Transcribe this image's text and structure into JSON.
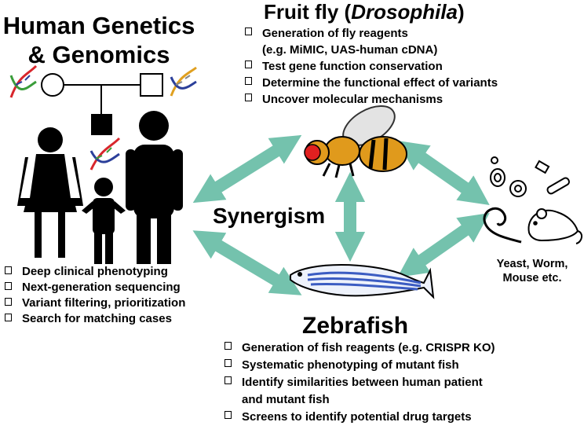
{
  "human": {
    "title": "Human Genetics & Genomics",
    "items": [
      "Deep clinical phenotyping",
      "Next-generation sequencing",
      "Variant filtering, prioritization",
      "Search for matching cases"
    ]
  },
  "fly": {
    "title_prefix": "Fruit fly (",
    "title_italic": "Drosophila",
    "title_suffix": ")",
    "items": [
      {
        "text": "Generation of fly reagents",
        "cont": "(e.g. MiMIC, UAS-human cDNA)"
      },
      {
        "text": "Test gene function conservation"
      },
      {
        "text": "Determine the functional effect of variants"
      },
      {
        "text": "Uncover molecular mechanisms"
      }
    ]
  },
  "zebrafish": {
    "title": "Zebrafish",
    "items": [
      {
        "text": "Generation of fish reagents (e.g. CRISPR KO)"
      },
      {
        "text": "Systematic phenotyping of mutant fish"
      },
      {
        "text": "Identify similarities between human patient",
        "cont": "and mutant fish"
      },
      {
        "text": "Screens to identify potential drug targets"
      }
    ]
  },
  "center": {
    "label": "Synergism"
  },
  "other_models": {
    "label_line1": "Yeast, Worm,",
    "label_line2": "Mouse etc."
  },
  "colors": {
    "arrow": "#74c2ad",
    "dna_red": "#d8262c",
    "dna_blue": "#2b3f9a",
    "dna_green": "#3a9d3a",
    "fly_body": "#e09a1c",
    "fly_eye": "#e02020",
    "fish_stripe": "#3b5cc2"
  }
}
